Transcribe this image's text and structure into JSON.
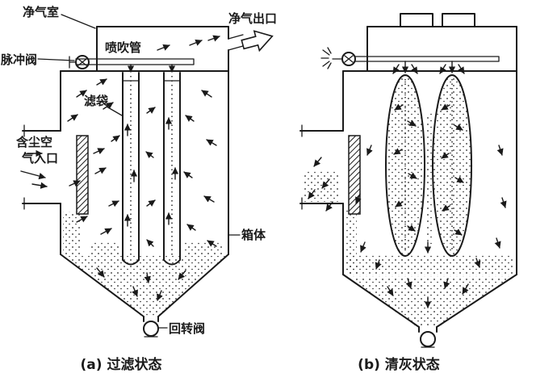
{
  "labels": {
    "clean_air_chamber": "净气室",
    "pulse_valve": "脉冲阀",
    "blow_pipe": "喷吹管",
    "clean_air_outlet": "净气出口",
    "filter_bag": "滤袋",
    "dusty_air_inlet_line1": "含尘空",
    "dusty_air_inlet_line2": "气入口",
    "casing": "箱体",
    "rotary_valve": "回转阀"
  },
  "captions": {
    "state_a": "(a) 过滤状态",
    "state_b": "(b) 清灰状态"
  },
  "colors": {
    "ink": "#1a1a1a",
    "background": "#ffffff"
  }
}
